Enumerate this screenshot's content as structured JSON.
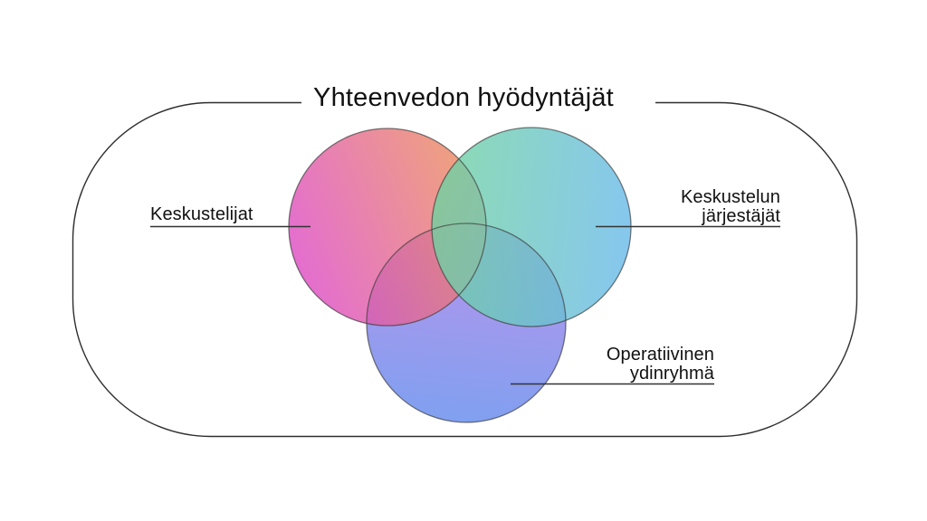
{
  "diagram": {
    "title": "Yhteenvedon hyödyntäjät"
  },
  "venn": {
    "left_circle": {
      "label": "Keskustelijat",
      "gradient_from": "#dc47c7",
      "gradient_to": "#ec8d59"
    },
    "right_circle": {
      "label_line1": "Keskustelun",
      "label_line2": "järjestäjät",
      "gradient_from": "#6fd29f",
      "gradient_to": "#68b9ea"
    },
    "bottom_circle": {
      "label_line1": "Operatiivinen",
      "label_line2": "ydinryhmä",
      "gradient_from": "#a879e7",
      "gradient_to": "#6088ec"
    }
  },
  "colors": {
    "background": "#ffffff",
    "container_stroke": "#2e2e2e",
    "circle_stroke": "#3d3d3d",
    "connector_stroke": "#333333",
    "text": "#111111"
  }
}
